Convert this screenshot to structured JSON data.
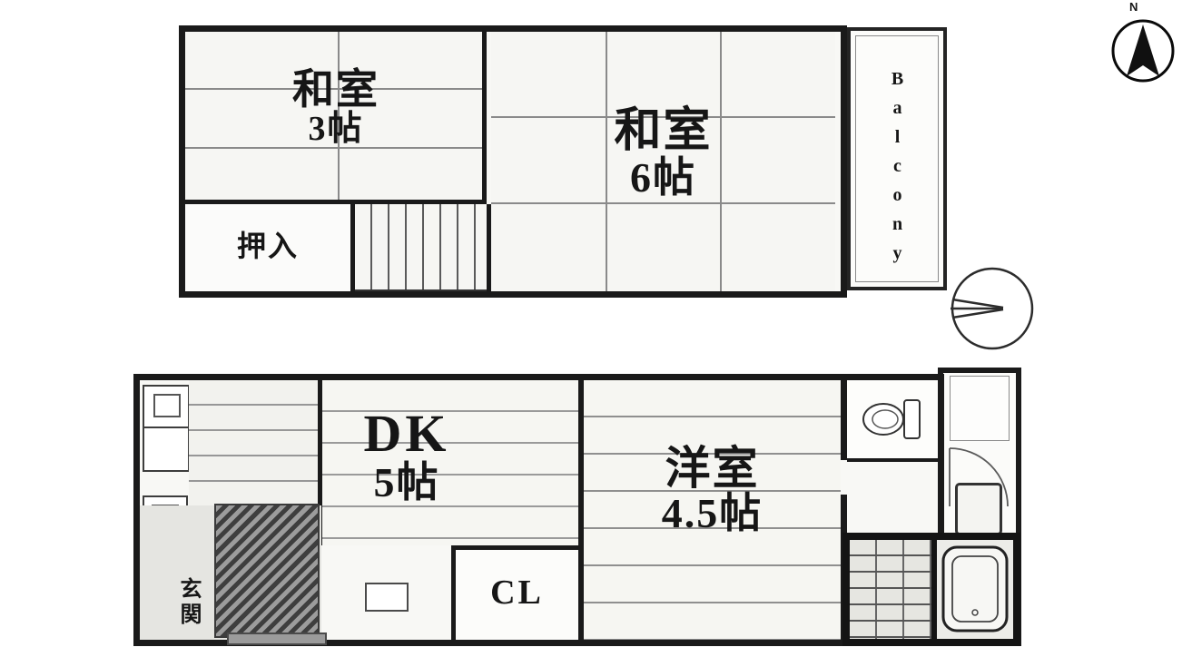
{
  "compass": {
    "north_label": "N"
  },
  "floor2": {
    "washitsu_small": {
      "name": "和室",
      "size": "3帖"
    },
    "washitsu_large": {
      "name": "和室",
      "size": "6帖"
    },
    "closet": {
      "name": "押入"
    },
    "balcony": {
      "name": "Balcony"
    }
  },
  "floor1": {
    "dining_kitchen": {
      "name": "DK",
      "size": "5帖"
    },
    "western_room": {
      "name": "洋室",
      "size": "4.5帖"
    },
    "closet": {
      "name": "CL"
    },
    "entrance": {
      "name": "玄関"
    }
  },
  "colors": {
    "wall": "#1a1a1a",
    "tatami_line": "#8a8a8a",
    "hatch_dark": "#3e3e3e"
  }
}
